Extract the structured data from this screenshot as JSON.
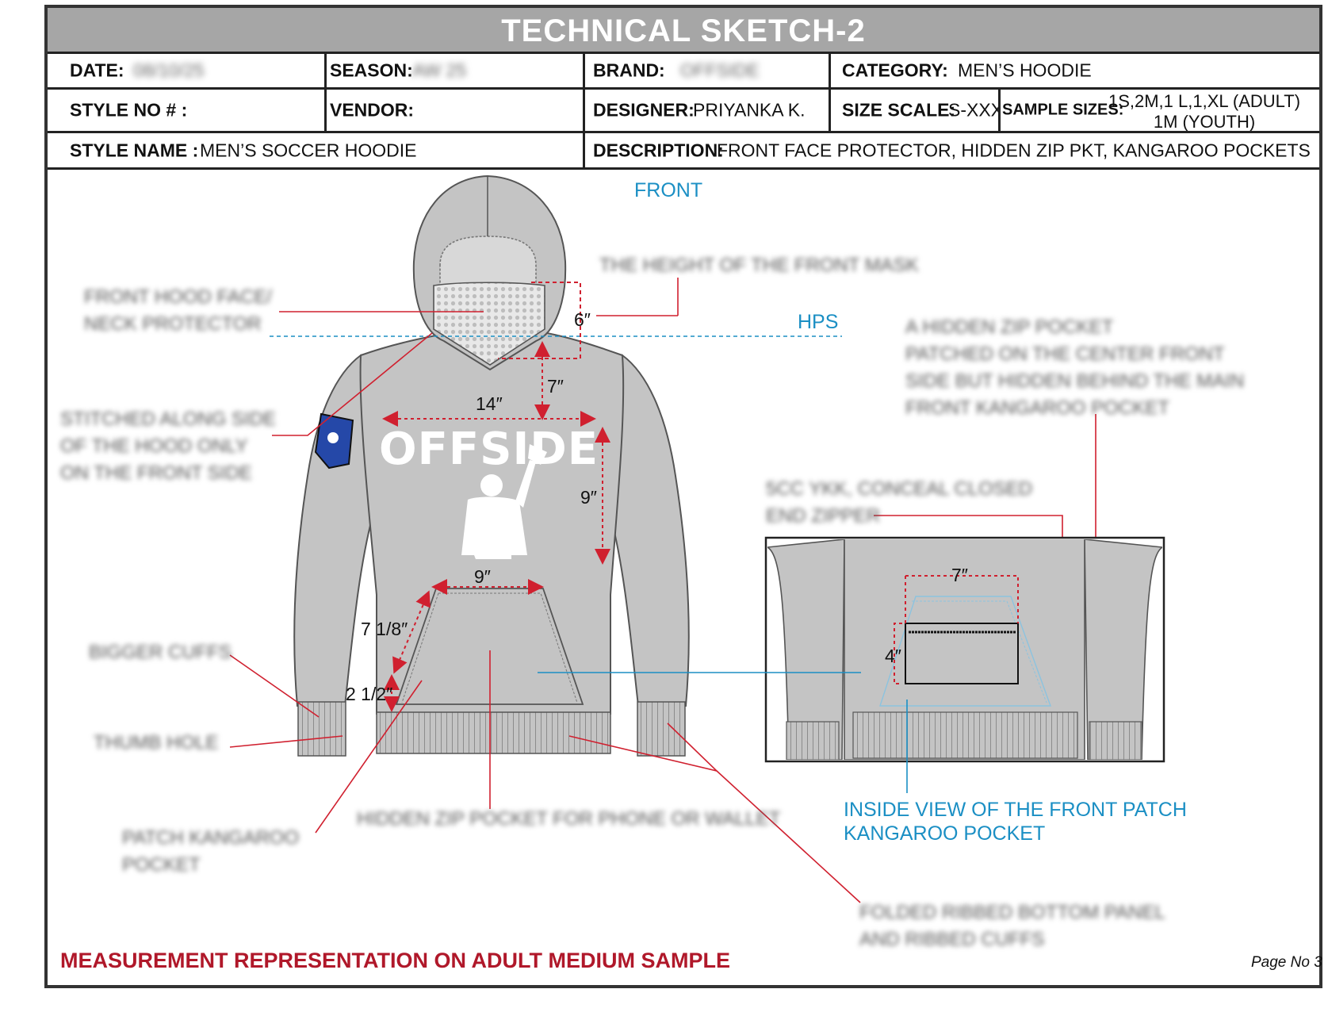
{
  "title": "TECHNICAL SKETCH-2",
  "header": {
    "date_label": "DATE:",
    "date_value": "08/10/25",
    "season_label": "SEASON:",
    "season_value": "AW 25",
    "brand_label": "BRAND:",
    "brand_value": "OFFSIDE",
    "category_label": "CATEGORY:",
    "category_value": "MEN’S HOODIE",
    "style_no_label": "STYLE NO # :",
    "vendor_label": "VENDOR:",
    "designer_label": "DESIGNER:",
    "designer_value": "PRIYANKA K.",
    "size_scale_label": "SIZE SCALE:",
    "size_scale_value": "S-XXXL",
    "sample_sizes_label": "SAMPLE SIZES:",
    "sample_sizes_line1": "1S,2M,1 L,1,XL (ADULT)",
    "sample_sizes_line2": "1M (YOUTH)",
    "style_name_label": "STYLE NAME :",
    "style_name_value": "MEN’S SOCCER HOODIE",
    "description_label": "DESCRIPTION:",
    "description_value": "FRONT FACE PROTECTOR, HIDDEN ZIP PKT, KANGAROO POCKETS"
  },
  "view_labels": {
    "front": "FRONT",
    "hps": "HPS",
    "inside_view_line1": "INSIDE VIEW OF THE FRONT PATCH",
    "inside_view_line2": "KANGAROO POCKET"
  },
  "graphic": {
    "print_text": "OFFSIDE"
  },
  "measurements": {
    "mask_height": "6″",
    "hps_to_print": "7″",
    "print_width": "14″",
    "print_height": "9″",
    "pocket_top_width": "9″",
    "pocket_side": "7 1/8″",
    "pocket_bottom_opening": "2 1/2″",
    "zip_pocket_width": "7″",
    "zip_pocket_height": "4″"
  },
  "callouts": {
    "face_protector_line1": "FRONT HOOD FACE/",
    "face_protector_line2": "NECK PROTECTOR",
    "stitched_line1": "STITCHED ALONG SIDE",
    "stitched_line2": "OF THE HOOD ONLY",
    "stitched_line3": "ON THE FRONT SIDE",
    "bigger_cuffs": "BIGGER CUFFS",
    "thumb_hole": "THUMB HOLE",
    "patch_pocket_line1": "PATCH KANGAROO",
    "patch_pocket_line2": "POCKET",
    "hidden_zip_phone": "HIDDEN ZIP POCKET FOR PHONE OR WALLET",
    "mask_height_note": "THE HEIGHT OF THE FRONT MASK",
    "hidden_zip_line1": "A HIDDEN ZIP POCKET",
    "hidden_zip_line2": "PATCHED ON THE CENTER FRONT",
    "hidden_zip_line3": "SIDE BUT HIDDEN BEHIND THE MAIN",
    "hidden_zip_line4": "FRONT KANGAROO POCKET",
    "zipper_line1": "5CC YKK, CONCEAL CLOSED",
    "zipper_line2": "END ZIPPER",
    "ribbed_line1": "FOLDED RIBBED BOTTOM PANEL",
    "ribbed_line2": "AND RIBBED CUFFS"
  },
  "footer": {
    "note": "MEASUREMENT REPRESENTATION ON ADULT MEDIUM SAMPLE",
    "page": "Page No 3"
  },
  "colors": {
    "title_bar": "#a6a6a6",
    "callout_line": "#d0202f",
    "blue_label": "#1b8fc4",
    "garment": "#c4c4c4",
    "footer_note": "#b0182a"
  }
}
